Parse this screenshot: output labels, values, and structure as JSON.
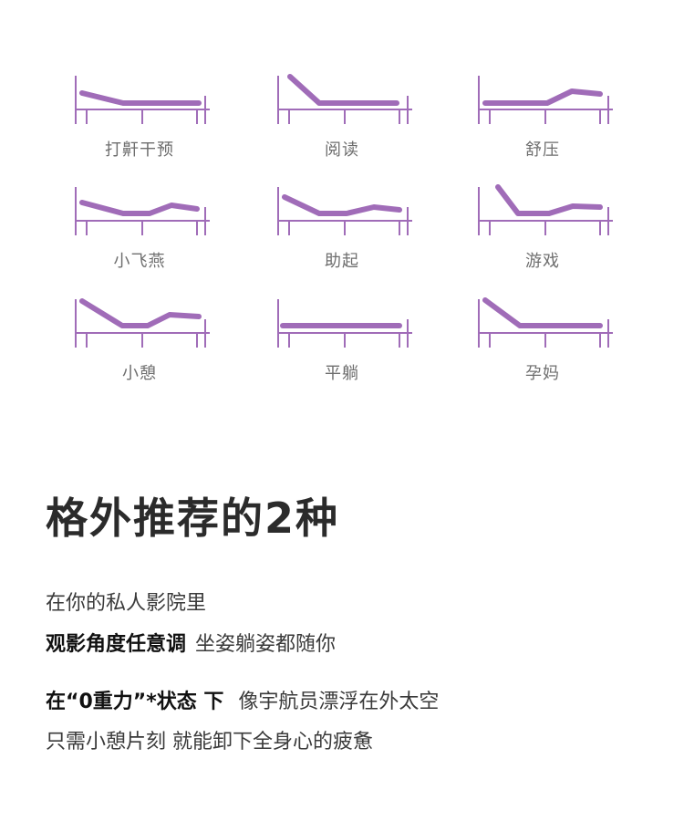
{
  "colors": {
    "accent": "#a06cb8",
    "frame": "#a06cb8",
    "label": "#6e6e6e",
    "heading": "#2b2b2b"
  },
  "modes": [
    {
      "label": "打鼾干预",
      "icon": "bed-snore-icon"
    },
    {
      "label": "阅读",
      "icon": "bed-reading-icon"
    },
    {
      "label": "舒压",
      "icon": "bed-relax-icon"
    },
    {
      "label": "小飞燕",
      "icon": "bed-swallow-icon"
    },
    {
      "label": "助起",
      "icon": "bed-assist-icon"
    },
    {
      "label": "游戏",
      "icon": "bed-gaming-icon"
    },
    {
      "label": "小憩",
      "icon": "bed-nap-icon"
    },
    {
      "label": "平躺",
      "icon": "bed-flat-icon"
    },
    {
      "label": "孕妈",
      "icon": "bed-pregnancy-icon"
    }
  ],
  "section": {
    "title": "格外推荐的2种",
    "line1": "在你的私人影院里",
    "line2_bold": "观影角度任意调",
    "line2_rest": "坐姿躺姿都随你",
    "line3_bold": "在“0重力”*状态 下",
    "line3_rest": "像宇航员漂浮在外太空",
    "line4": "只需小憩片刻 就能卸下全身心的疲惫"
  }
}
